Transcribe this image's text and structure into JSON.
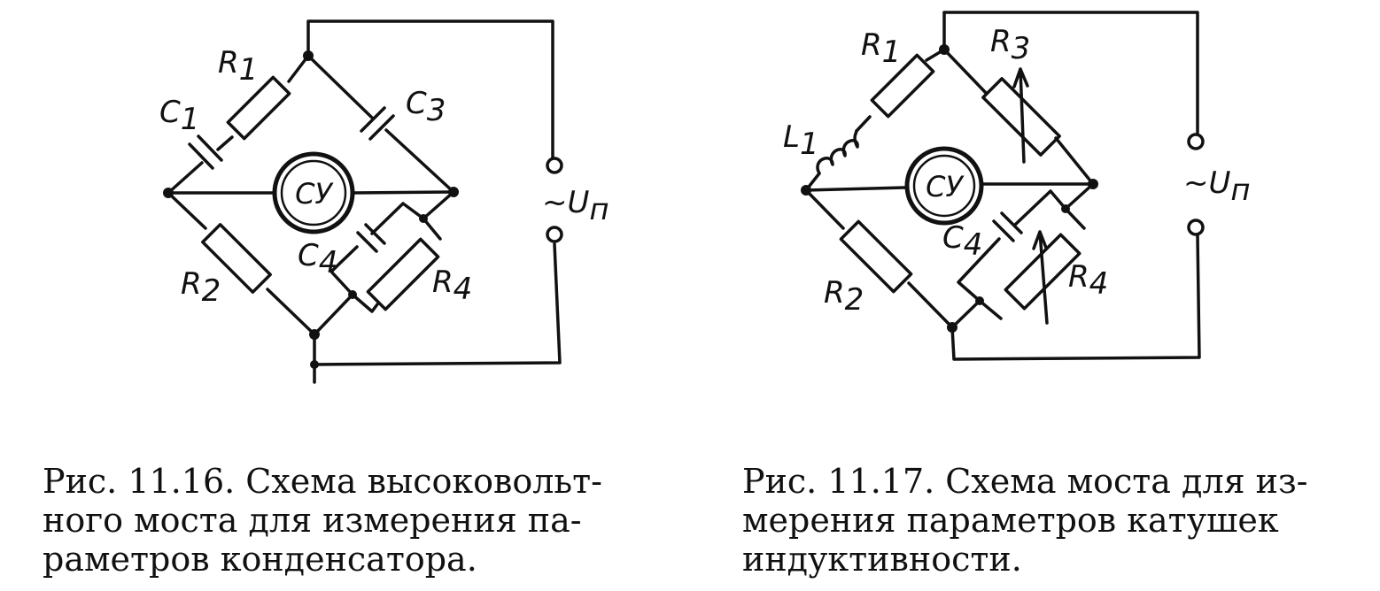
{
  "fig16": {
    "labels": {
      "R1": "R",
      "R1_sub": "1",
      "C1": "C",
      "C1_sub": "1",
      "C3": "C",
      "C3_sub": "3",
      "C4": "C",
      "C4_sub": "4",
      "R2": "R",
      "R2_sub": "2",
      "R4": "R",
      "R4_sub": "4",
      "detector": "СУ",
      "supply": "~U",
      "supply_sub": "п"
    },
    "caption": [
      "Рис. 11.16. Схема высоковольт-",
      "ного моста для измерения па-",
      "раметров конденсатора."
    ]
  },
  "fig17": {
    "labels": {
      "R1": "R",
      "R1_sub": "1",
      "L1": "L",
      "L1_sub": "1",
      "R3": "R",
      "R3_sub": "3",
      "C4": "C",
      "C4_sub": "4",
      "R2": "R",
      "R2_sub": "2",
      "R4": "R",
      "R4_sub": "4",
      "detector": "СУ",
      "supply": "~U",
      "supply_sub": "п"
    },
    "caption": [
      "Рис. 11.17. Схема моста для из-",
      "мерения  параметров катушек",
      "индуктивности."
    ]
  }
}
